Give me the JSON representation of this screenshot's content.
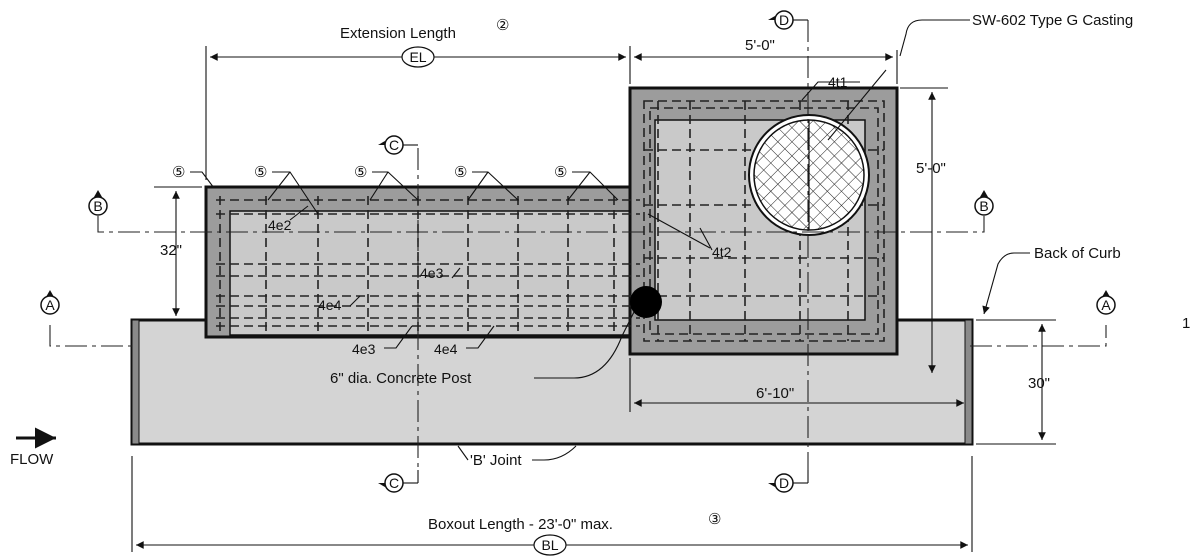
{
  "labels": {
    "extension_length": "Extension Length",
    "extension_note": "②",
    "el_tag": "EL",
    "casting": "SW-602 Type G Casting",
    "dim_5ft_top": "5'-0\"",
    "dim_5ft_side": "5'-0\"",
    "bar_4t1": "4t1",
    "bar_4t2": "4t2",
    "bar_4e2": "4e2",
    "bar_4e3_mid": "4e3",
    "bar_4e4_mid": "4e4",
    "bar_4e3_low": "4e3",
    "bar_4e4_low": "4e4",
    "circled_5": "⑤",
    "dim_32in": "32\"",
    "back_of_curb": "Back of Curb",
    "concrete_post": "6\" dia. Concrete Post",
    "dim_30in": "30\"",
    "dim_6ft10": "6'-10\"",
    "b_joint": "'B' Joint",
    "flow": "FLOW",
    "boxout_length": "Boxout Length - 23'-0\" max.",
    "boxout_note": "③",
    "bl_tag": "BL",
    "edge_number": "1"
  },
  "section_markers": {
    "a": "A",
    "b": "B",
    "c": "C",
    "d": "D"
  },
  "colors": {
    "slab": "#d4d4d4",
    "box_fill": "#9c9c9c",
    "box_inner": "#c9c9c9",
    "line": "#111111",
    "post": "#000000"
  }
}
